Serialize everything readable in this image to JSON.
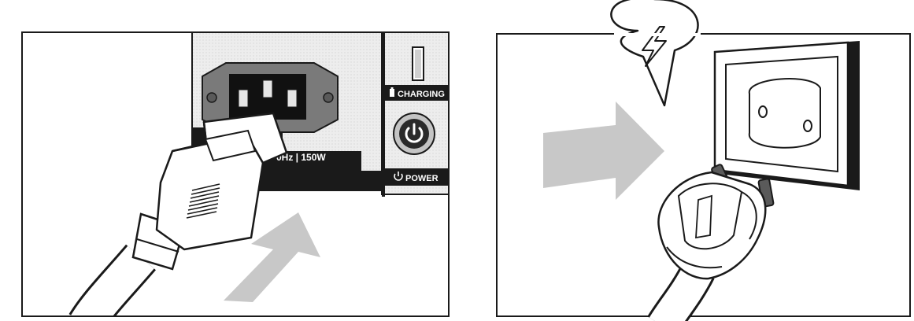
{
  "device_panel": {
    "rating_label": "0Hz | 150W",
    "charging_label": "CHARGING",
    "power_label": "POWER"
  },
  "icons": {
    "step1": [
      "iec-c14-inlet-icon",
      "iec-c13-plug-icon",
      "power-button-icon",
      "battery-icon",
      "insert-arrow-icon"
    ],
    "step2": [
      "lightning-bolt-icon",
      "europlug-socket-icon",
      "europlug-plug-icon",
      "insert-arrow-icon"
    ]
  },
  "colors": {
    "outline": "#1a1a1a",
    "device_panel": "#ececec",
    "inlet_plate": "#7a7a7a",
    "arrow": "#c8c8c8"
  }
}
